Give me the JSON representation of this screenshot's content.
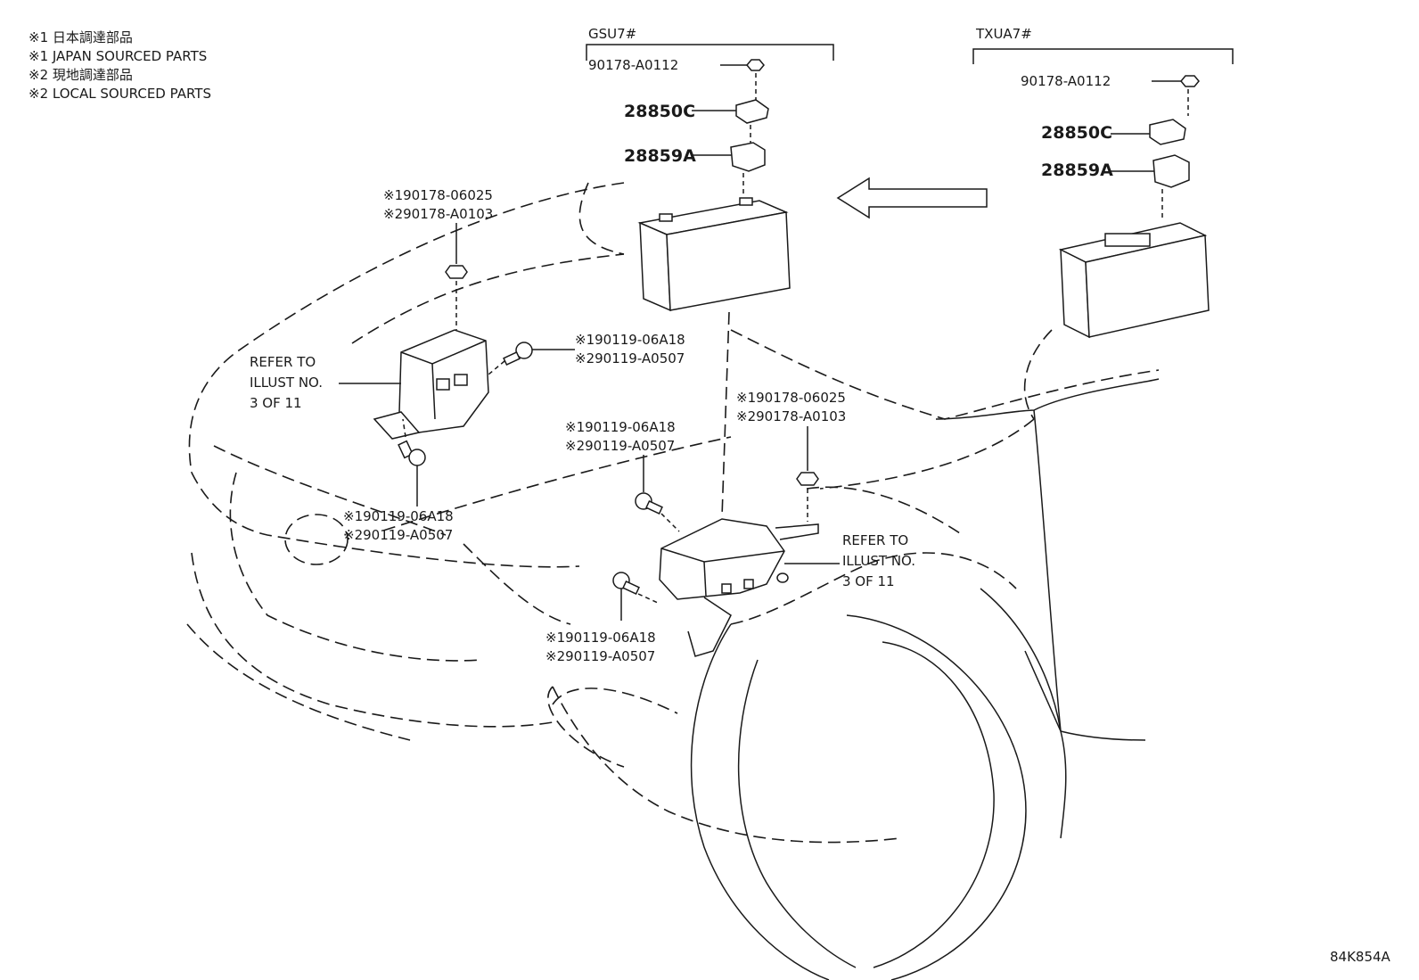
{
  "notes": [
    "※1 日本調達部品",
    "※1 JAPAN SOURCED PARTS",
    "※2 現地調達部品",
    "※2 LOCAL SOURCED PARTS"
  ],
  "variants": {
    "left": "GSU7#",
    "right": "TXUA7#"
  },
  "gsu": {
    "nut": "90178-A0112",
    "clamp": "28850C",
    "bracket": "28859A"
  },
  "txua": {
    "nut": "90178-A0112",
    "clamp": "28850C",
    "bracket": "28859A"
  },
  "callouts": {
    "nut_left": [
      "※190178-06025",
      "※290178-A0103"
    ],
    "bolt_left_upper": [
      "※190119-06A18",
      "※290119-A0507"
    ],
    "bolt_left_lower": [
      "※190119-06A18",
      "※290119-A0507"
    ],
    "nut_center": [
      "※190178-06025",
      "※290178-A0103"
    ],
    "bolt_center_upper": [
      "※190119-06A18",
      "※290119-A0507"
    ],
    "bolt_center_lower": [
      "※190119-06A18",
      "※290119-A0507"
    ]
  },
  "refer_left": [
    "REFER TO",
    "ILLUST NO.",
    "3 OF 11"
  ],
  "refer_right": [
    "REFER TO",
    "ILLUST NO.",
    "3 OF 11"
  ],
  "figure_code": "84K854A"
}
